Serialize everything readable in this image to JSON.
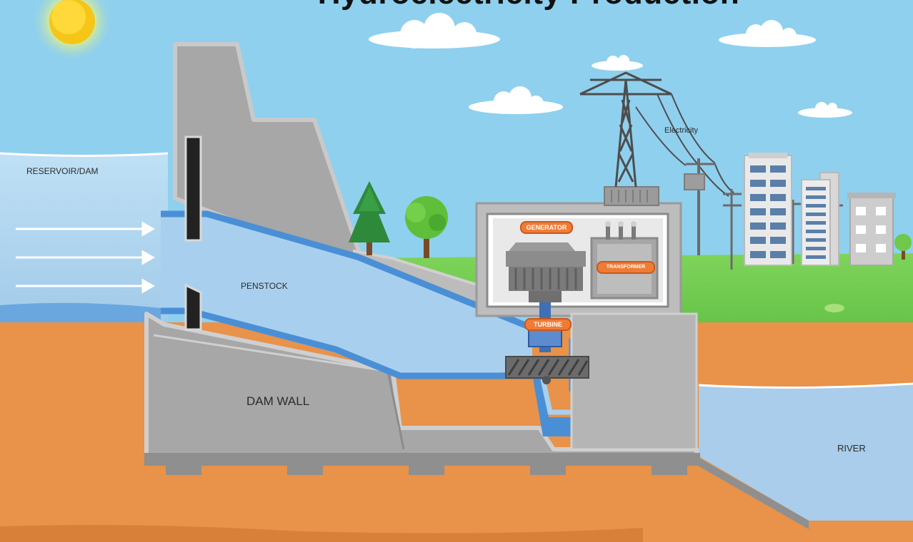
{
  "title": "Hydroelectricity Production",
  "labels": {
    "reservoir": "RESERVOIR/DAM",
    "penstock": "PENSTOCK",
    "dam_wall": "DAM WALL",
    "river": "RIVER",
    "electricity": "Electricity",
    "generator": "GENERATOR",
    "transformer": "TRANSFORMER",
    "turbine": "TURBINE"
  },
  "colors": {
    "sky": "#8fd0ee",
    "water": "#a9d2ee",
    "water_dark": "#4a8fd6",
    "concrete": "#a9a9a9",
    "concrete_light": "#c8c8c8",
    "ground": "#e8924a",
    "grass": "#6ec84a",
    "tag": "#ef7b35"
  }
}
